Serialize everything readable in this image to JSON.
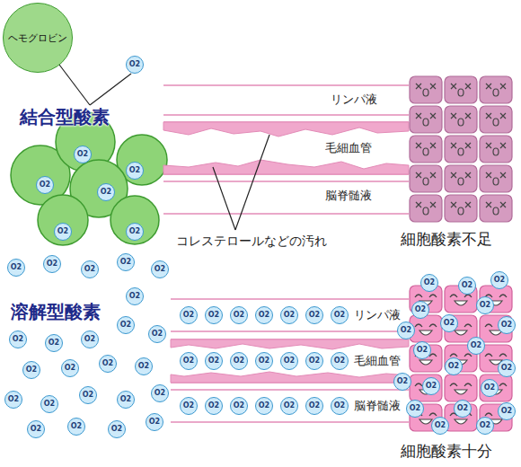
{
  "diagram": {
    "nodes": [
      {
        "text": [
          "ヘモグロビン"
        ]
      },
      {
        "text": [
          "O2"
        ]
      },
      {
        "text": [
          "O2"
        ]
      },
      {
        "text": [
          "O2"
        ]
      },
      {
        "text": [
          "O2"
        ]
      },
      {
        "text": [
          "O2"
        ]
      },
      {
        "text": [
          "O2"
        ]
      },
      {
        "text": [
          "O2"
        ]
      },
      {
        "text": [
          "O2"
        ]
      },
      {
        "text": [
          "O2"
        ]
      },
      {
        "text": [
          "O2"
        ]
      },
      {
        "text": [
          "O2"
        ]
      },
      {
        "text": [
          "O2"
        ]
      },
      {
        "text": [
          "O2"
        ]
      },
      {
        "text": [
          "O2"
        ]
      },
      {
        "text": [
          "O2"
        ]
      },
      {
        "text": [
          "O2"
        ]
      },
      {
        "text": [
          "O2"
        ]
      },
      {
        "text": [
          "O2"
        ]
      },
      {
        "text": [
          "O2"
        ]
      },
      {
        "text": [
          "O2"
        ]
      },
      {
        "text": [
          "O2"
        ]
      },
      {
        "text": [
          "O2"
        ]
      },
      {
        "text": [
          "O2"
        ]
      },
      {
        "text": [
          "O2"
        ]
      },
      {
        "text": [
          "O2"
        ]
      },
      {
        "text": [
          "O2"
        ]
      },
      {
        "text": [
          "O2"
        ]
      },
      {
        "text": [
          "O2"
        ]
      },
      {
        "text": [
          "O2"
        ]
      },
      {
        "text": [
          "O2"
        ]
      },
      {
        "text": [
          "O2"
        ]
      },
      {
        "text": [
          "O2"
        ]
      },
      {
        "text": [
          "O2"
        ]
      },
      {
        "text": [
          "O2"
        ]
      },
      {
        "text": [
          "O2"
        ]
      },
      {
        "text": [
          "O2"
        ]
      },
      {
        "text": [
          "O2"
        ]
      },
      {
        "text": [
          "O2"
        ]
      },
      {
        "text": [
          "O2"
        ]
      },
      {
        "text": [
          "O2"
        ]
      },
      {
        "text": [
          "O2"
        ]
      },
      {
        "text": [
          "O2"
        ]
      },
      {
        "text": [
          "O2"
        ]
      },
      {
        "text": [
          "O2"
        ]
      },
      {
        "text": [
          "O2"
        ]
      },
      {
        "text": [
          "O2"
        ]
      },
      {
        "text": [
          "O2"
        ]
      },
      {
        "text": [
          "O2"
        ]
      },
      {
        "text": [
          "O2"
        ]
      },
      {
        "text": [
          "O2"
        ]
      },
      {
        "text": [
          "O2"
        ]
      },
      {
        "text": [
          "O2"
        ]
      },
      {
        "text": [
          "O2"
        ]
      },
      {
        "text": [
          "O2"
        ]
      },
      {
        "text": [
          "O2"
        ]
      },
      {
        "text": [
          "O2"
        ]
      },
      {
        "text": [
          "O2"
        ]
      },
      {
        "text": [
          "O2"
        ]
      },
      {
        "text": [
          "O2"
        ]
      },
      {
        "text": [
          "O2"
        ]
      },
      {
        "text": [
          "O2"
        ]
      },
      {
        "text": [
          "O2"
        ]
      },
      {
        "text": [
          "O2"
        ]
      },
      {
        "text": [
          "O2"
        ]
      },
      {
        "text": [
          "O2"
        ]
      },
      {
        "text": [
          "O2"
        ]
      },
      {
        "text": [
          "O2"
        ]
      },
      {
        "text": [
          "O2"
        ]
      },
      {
        "text": [
          "O2"
        ]
      },
      {
        "text": [
          "O2"
        ]
      },
      {
        "text": [
          "O2"
        ]
      },
      {
        "text": [
          "O2"
        ]
      }
    ],
    "labels": [
      "結合型酸素",
      "リンパ液",
      "毛細血管",
      "脳脊髄液",
      "コレステロールなどの汚れ",
      "細胞酸素不足",
      "溶解型酸素",
      "リンパ液",
      "毛細血管",
      "脳脊髄液",
      "細胞酸素十分"
    ]
  }
}
